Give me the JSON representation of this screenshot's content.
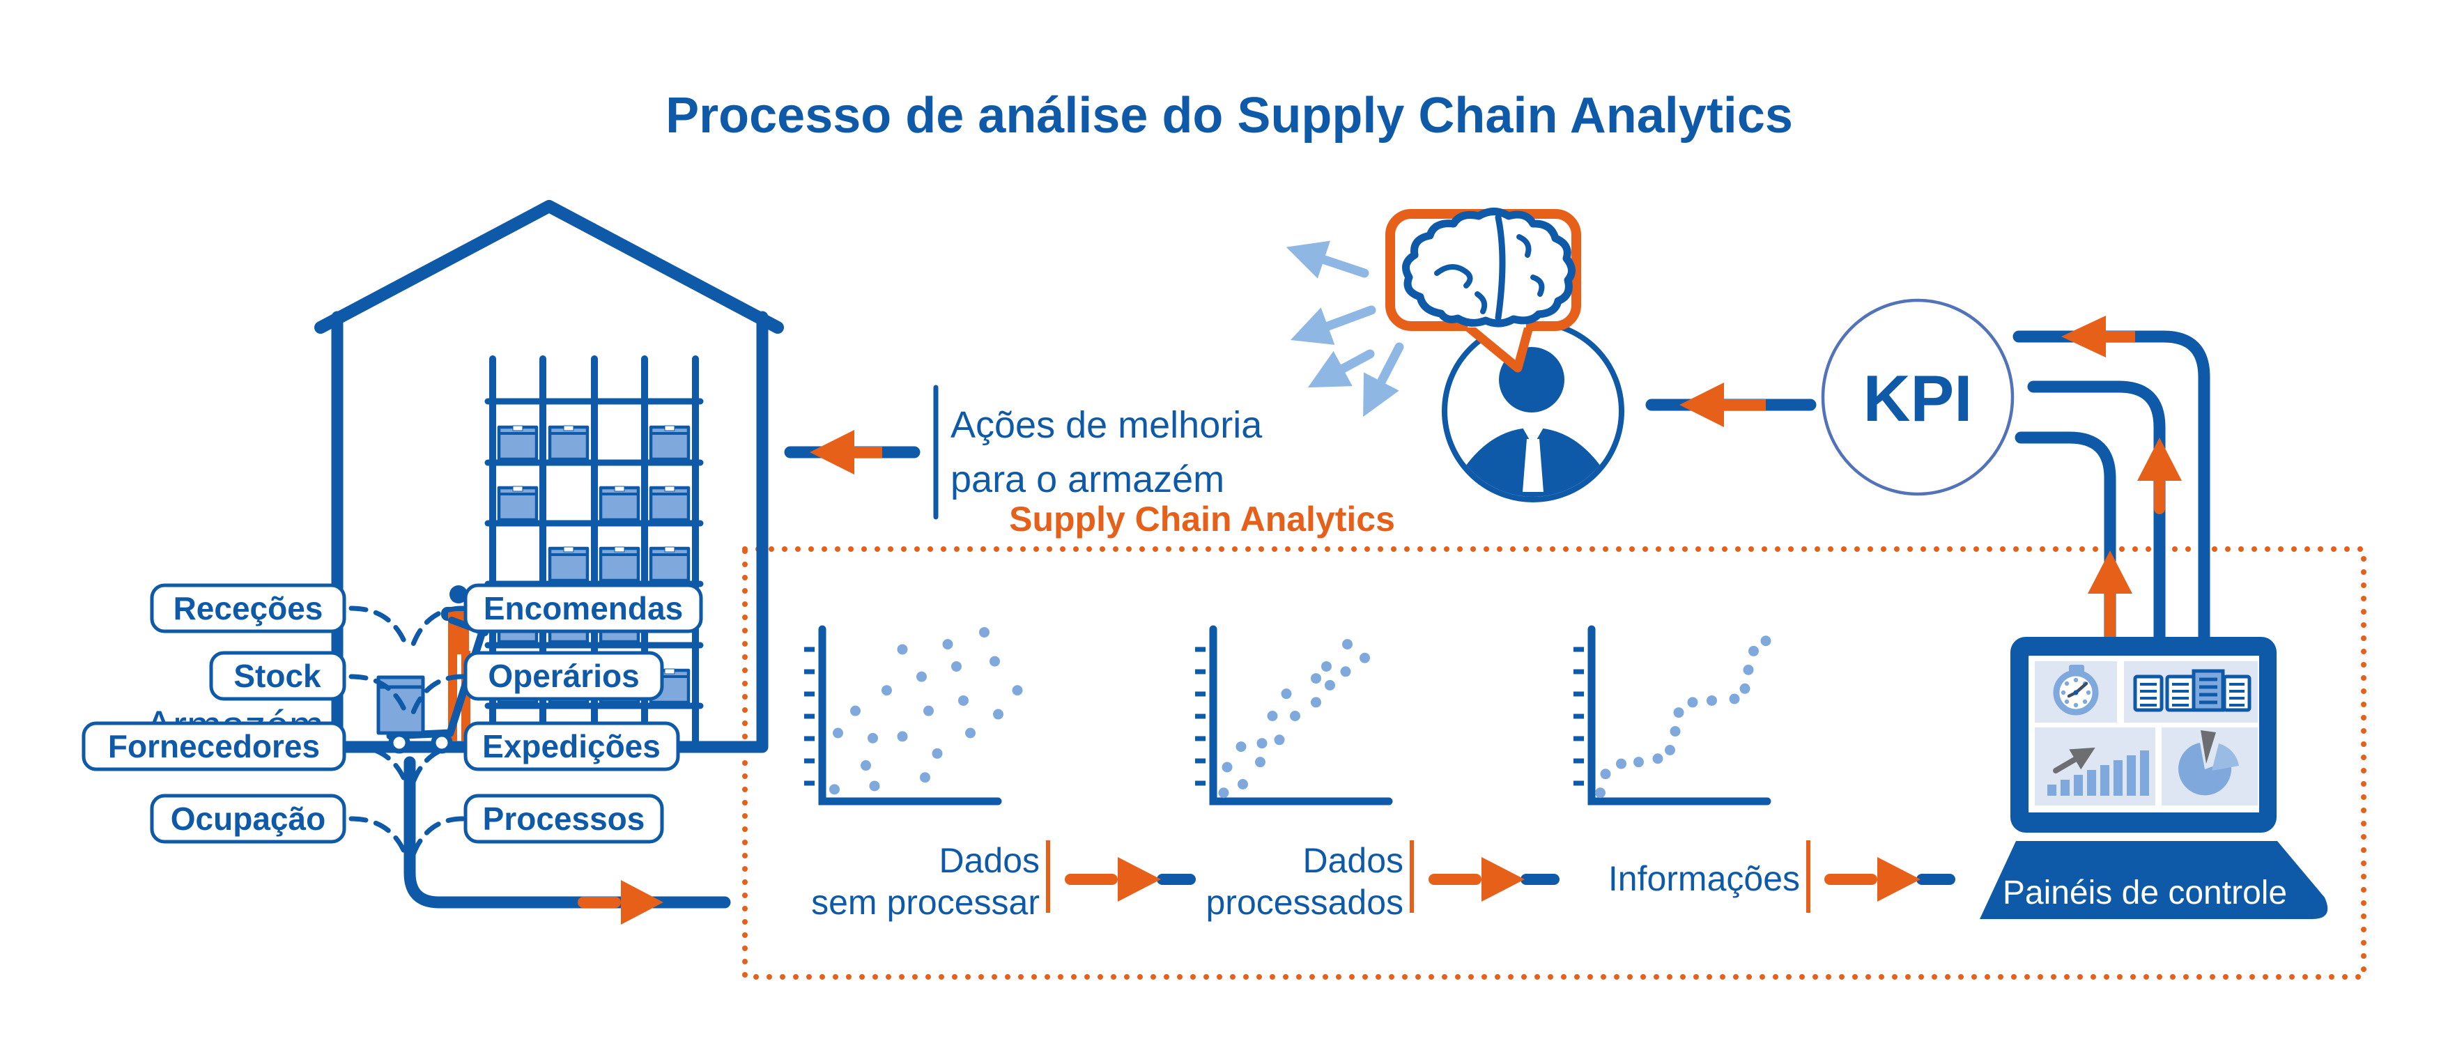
{
  "title": "Processo de análise do Supply Chain Analytics",
  "warehouse": {
    "label": "Armazém"
  },
  "inputs": {
    "left": [
      "Receções",
      "Stock",
      "Fornecedores",
      "Ocupação"
    ],
    "right": [
      "Encomendas",
      "Operários",
      "Expedições",
      "Processos"
    ]
  },
  "feedback": {
    "line1": "Ações de melhoria",
    "line2": "para o armazém"
  },
  "analytics": {
    "heading": "Supply Chain Analytics"
  },
  "stages": [
    {
      "line1": "Dados",
      "line2": "sem processar"
    },
    {
      "line1": "Dados",
      "line2": "processados"
    },
    {
      "line1": "Informações",
      "line2": ""
    }
  ],
  "kpi": {
    "label": "KPI"
  },
  "dashboard": {
    "label": "Painéis de controle",
    "icons": [
      "stopwatch-icon",
      "reports-icon",
      "bar-chart-icon",
      "pie-chart-icon"
    ]
  },
  "person": {
    "icons": [
      "analyst-avatar",
      "speech-bubble",
      "brain-icon",
      "insight-arrows"
    ]
  },
  "colors": {
    "dark_blue": "#0F5AA8",
    "orange": "#E6601A",
    "light_blue": "#7FA9DC",
    "pale_blue_arrow": "#8FB7E4",
    "panel_bg": "#DFE6F3",
    "kpi_ring": "#5273B8",
    "gray": "#6D6E71"
  },
  "chart_data": [
    {
      "type": "scatter",
      "title": "Dados sem processar",
      "xlabel": "",
      "ylabel": "",
      "x_range": [
        0,
        100
      ],
      "y_range": [
        0,
        100
      ],
      "y_tick_count": 7,
      "points": [
        [
          7,
          7
        ],
        [
          9,
          40
        ],
        [
          19,
          53
        ],
        [
          25,
          21
        ],
        [
          29,
          37
        ],
        [
          30,
          9
        ],
        [
          37,
          65
        ],
        [
          46,
          89
        ],
        [
          46,
          38
        ],
        [
          57,
          73
        ],
        [
          59,
          14
        ],
        [
          61,
          53
        ],
        [
          66,
          28
        ],
        [
          72,
          92
        ],
        [
          77,
          79
        ],
        [
          81,
          59
        ],
        [
          85,
          40
        ],
        [
          93,
          99
        ],
        [
          99,
          82
        ],
        [
          101,
          51
        ],
        [
          112,
          65
        ]
      ]
    },
    {
      "type": "scatter",
      "title": "Dados processados",
      "xlabel": "",
      "ylabel": "",
      "x_range": [
        0,
        100
      ],
      "y_range": [
        0,
        100
      ],
      "y_tick_count": 7,
      "points": [
        [
          6,
          5
        ],
        [
          8,
          20
        ],
        [
          16,
          32
        ],
        [
          17,
          10
        ],
        [
          27,
          23
        ],
        [
          28,
          34
        ],
        [
          34,
          50
        ],
        [
          38,
          36
        ],
        [
          42,
          63
        ],
        [
          47,
          50
        ],
        [
          59,
          72
        ],
        [
          59,
          58
        ],
        [
          65,
          79
        ],
        [
          67,
          68
        ],
        [
          76,
          76
        ],
        [
          77,
          92
        ],
        [
          87,
          84
        ]
      ]
    },
    {
      "type": "scatter",
      "title": "Informações",
      "xlabel": "",
      "ylabel": "",
      "x_range": [
        0,
        100
      ],
      "y_range": [
        0,
        100
      ],
      "y_tick_count": 7,
      "points": [
        [
          5,
          5
        ],
        [
          8,
          16
        ],
        [
          17,
          22
        ],
        [
          27,
          23
        ],
        [
          38,
          25
        ],
        [
          45,
          30
        ],
        [
          48,
          41
        ],
        [
          50,
          52
        ],
        [
          58,
          58
        ],
        [
          69,
          59
        ],
        [
          82,
          60
        ],
        [
          88,
          66
        ],
        [
          90,
          77
        ],
        [
          93,
          88
        ],
        [
          100,
          94
        ]
      ]
    }
  ]
}
